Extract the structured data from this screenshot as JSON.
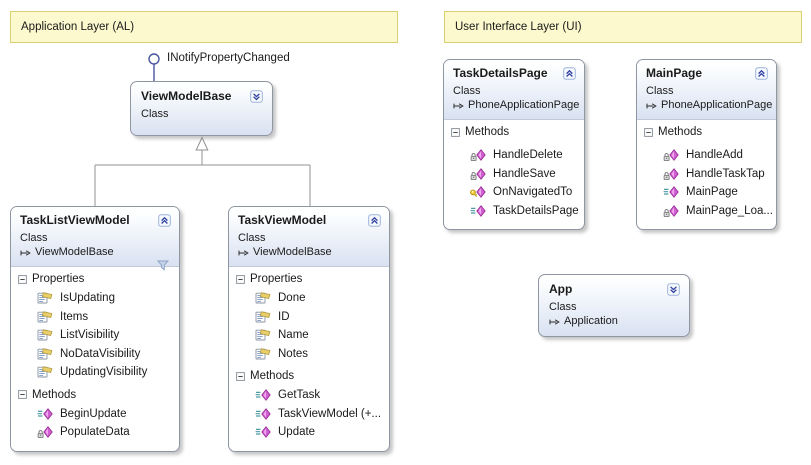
{
  "banners": {
    "al": "Application Layer (AL)",
    "ui": "User Interface Layer (UI)"
  },
  "lollipop": {
    "label": "INotifyPropertyChanged"
  },
  "boxes": {
    "view_model_base": {
      "name": "ViewModelBase",
      "kind": "Class",
      "state": "collapsed"
    },
    "task_list_view_model": {
      "name": "TaskListViewModel",
      "kind": "Class",
      "base": "ViewModelBase",
      "state": "expanded",
      "properties_label": "Properties",
      "methods_label": "Methods",
      "properties": [
        "IsUpdating",
        "Items",
        "ListVisibility",
        "NoDataVisibility",
        "UpdatingVisibility"
      ],
      "methods": [
        {
          "name": "BeginUpdate",
          "access": "public"
        },
        {
          "name": "PopulateData",
          "access": "private"
        }
      ]
    },
    "task_view_model": {
      "name": "TaskViewModel",
      "kind": "Class",
      "base": "ViewModelBase",
      "state": "expanded",
      "properties_label": "Properties",
      "methods_label": "Methods",
      "properties": [
        "Done",
        "ID",
        "Name",
        "Notes"
      ],
      "methods": [
        {
          "name": "GetTask",
          "access": "public"
        },
        {
          "name": "TaskViewModel  (+...",
          "access": "public"
        },
        {
          "name": "Update",
          "access": "public"
        }
      ]
    },
    "task_details_page": {
      "name": "TaskDetailsPage",
      "kind": "Class",
      "base": "PhoneApplicationPage",
      "state": "expanded",
      "methods_label": "Methods",
      "methods": [
        {
          "name": "HandleDelete",
          "access": "private"
        },
        {
          "name": "HandleSave",
          "access": "private"
        },
        {
          "name": "OnNavigatedTo",
          "access": "protected"
        },
        {
          "name": "TaskDetailsPage",
          "access": "public"
        }
      ]
    },
    "main_page": {
      "name": "MainPage",
      "kind": "Class",
      "base": "PhoneApplicationPage",
      "state": "expanded",
      "methods_label": "Methods",
      "methods": [
        {
          "name": "HandleAdd",
          "access": "private"
        },
        {
          "name": "HandleTaskTap",
          "access": "private"
        },
        {
          "name": "MainPage",
          "access": "public"
        },
        {
          "name": "MainPage_Loa...",
          "access": "private"
        }
      ]
    },
    "app": {
      "name": "App",
      "kind": "Class",
      "base": "Application",
      "state": "collapsed"
    }
  },
  "colors": {
    "banner_fill": "#fbf9cd",
    "banner_border": "#d8d073",
    "box_border": "#8f96a3",
    "header_gradient_end": "#d9e2f2",
    "connector": "#929292",
    "lollipop": "#4a55a2",
    "method_diamond": "#d05fd0",
    "protected_key": "#f5cd32",
    "chevron": "#2d3f9e"
  }
}
